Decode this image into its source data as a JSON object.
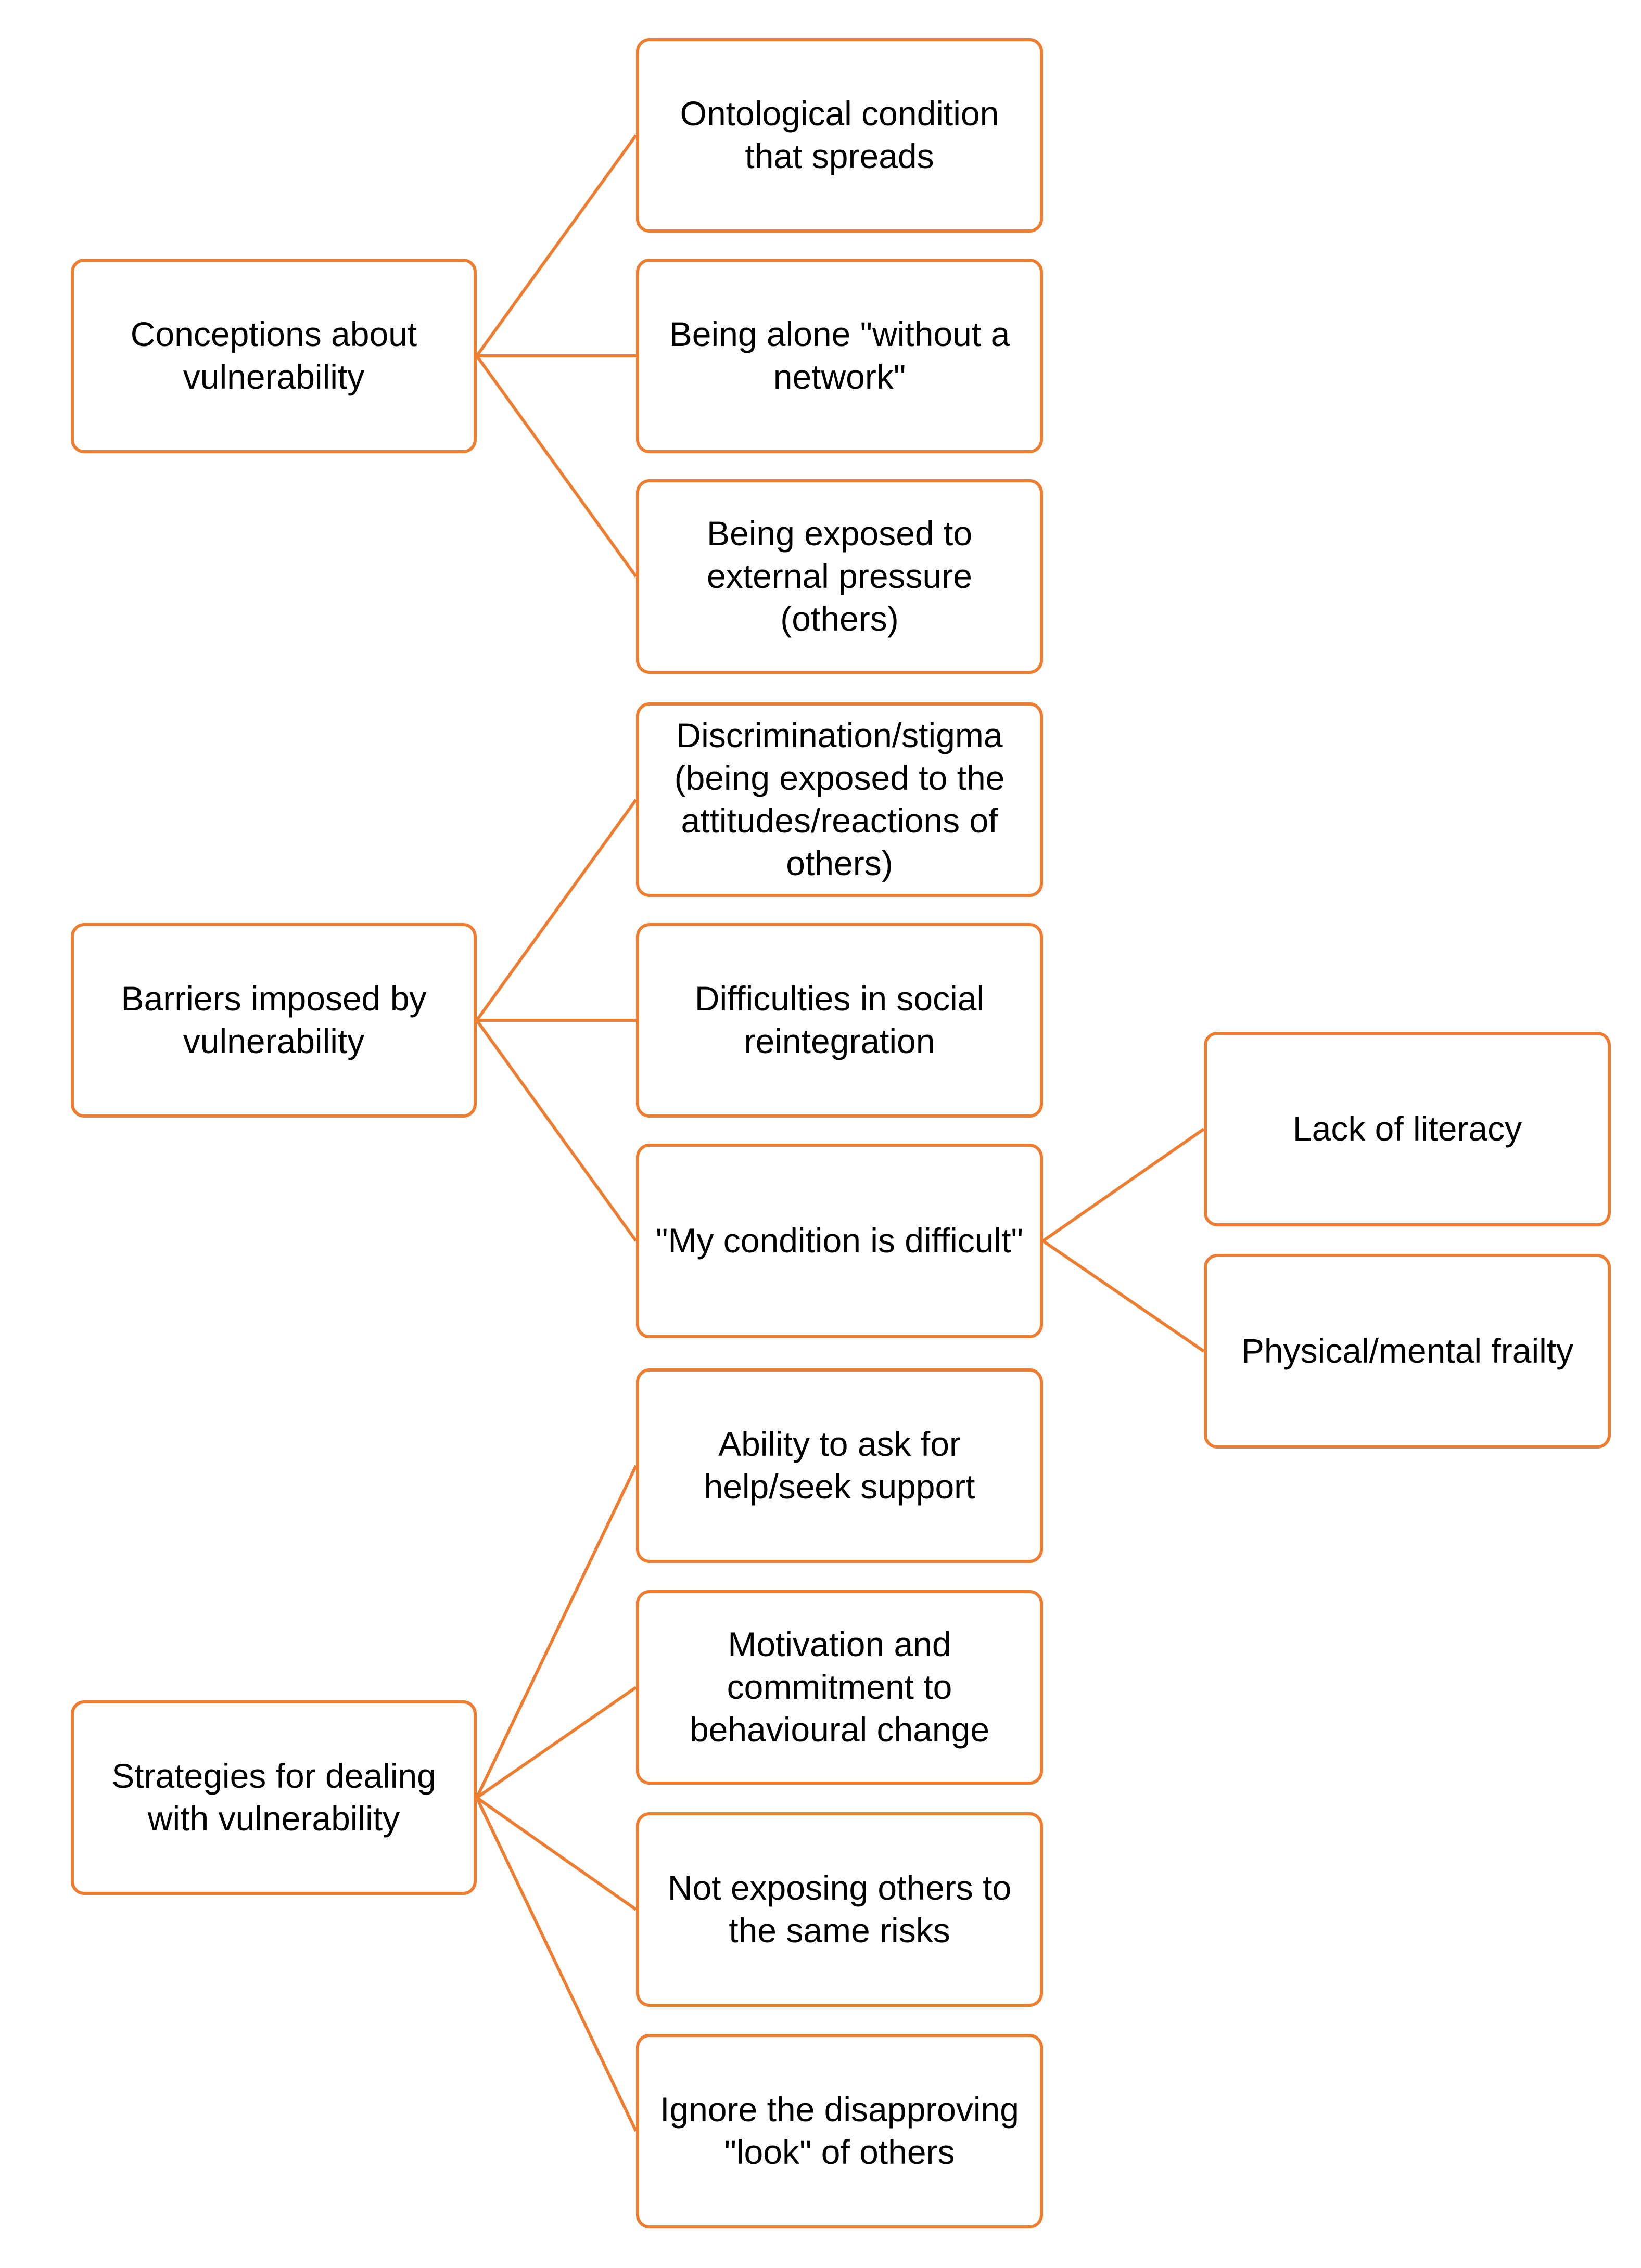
{
  "colors": {
    "accent": "#ED7D31",
    "background": "#FFFFFF",
    "text": "#000000"
  },
  "categories": [
    {
      "label": "Conceptions about vulnerability",
      "children": [
        {
          "label": "Ontological condition that spreads"
        },
        {
          "label": "Being alone \"without a network\""
        },
        {
          "label": "Being exposed to external pressure (others)"
        }
      ]
    },
    {
      "label": "Barriers imposed by vulnerability",
      "children": [
        {
          "label": "Discrimination/stigma (being exposed to the attitudes/reactions of others)"
        },
        {
          "label": "Difficulties in social reintegration"
        },
        {
          "label": "\"My condition is difficult\"",
          "children": [
            {
              "label": "Lack of literacy"
            },
            {
              "label": "Physical/mental frailty"
            }
          ]
        }
      ]
    },
    {
      "label": "Strategies for dealing with vulnerability",
      "children": [
        {
          "label": "Ability to ask for help/seek support"
        },
        {
          "label": "Motivation and commitment to behavioural change"
        },
        {
          "label": "Not exposing others to the same risks"
        },
        {
          "label": "Ignore the disapproving \"look\" of others"
        }
      ]
    }
  ]
}
